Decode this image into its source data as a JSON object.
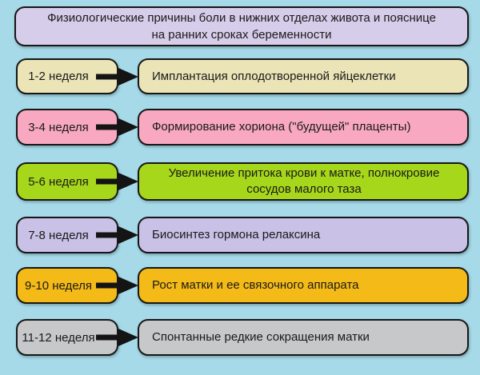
{
  "title": {
    "line1": "Физиологические причины боли в нижних отделах живота и пояснице",
    "line2": "на ранних сроках беременности"
  },
  "rows": [
    {
      "week": "1-2 неделя",
      "cause": "Имплантация оплодотворенной яйцеклетки",
      "color": "#ebe4b7"
    },
    {
      "week": "3-4 неделя",
      "cause": "Формирование хориона (\"будущей\" плаценты)",
      "color": "#f8a9c1"
    },
    {
      "week": "5-6 неделя",
      "cause": "Увеличение притока крови к матке, полнокровие",
      "cause_line2": "сосудов малого таза",
      "color": "#a6d71b"
    },
    {
      "week": "7-8 неделя",
      "cause": "Биосинтез гормона релаксина",
      "color": "#c9c1e6"
    },
    {
      "week": "9-10 неделя",
      "cause": "Рост матки и ее связочного аппарата",
      "color": "#f4ba17"
    },
    {
      "week": "11-12 неделя",
      "cause": "Спонтанные редкие сокращения матки",
      "color": "#c7c8ca"
    }
  ],
  "colors": {
    "background": "#a6dae8",
    "title_box": "#d6cdea",
    "border": "#171717",
    "arrow": "#141414",
    "text": "#1a1a1a"
  }
}
